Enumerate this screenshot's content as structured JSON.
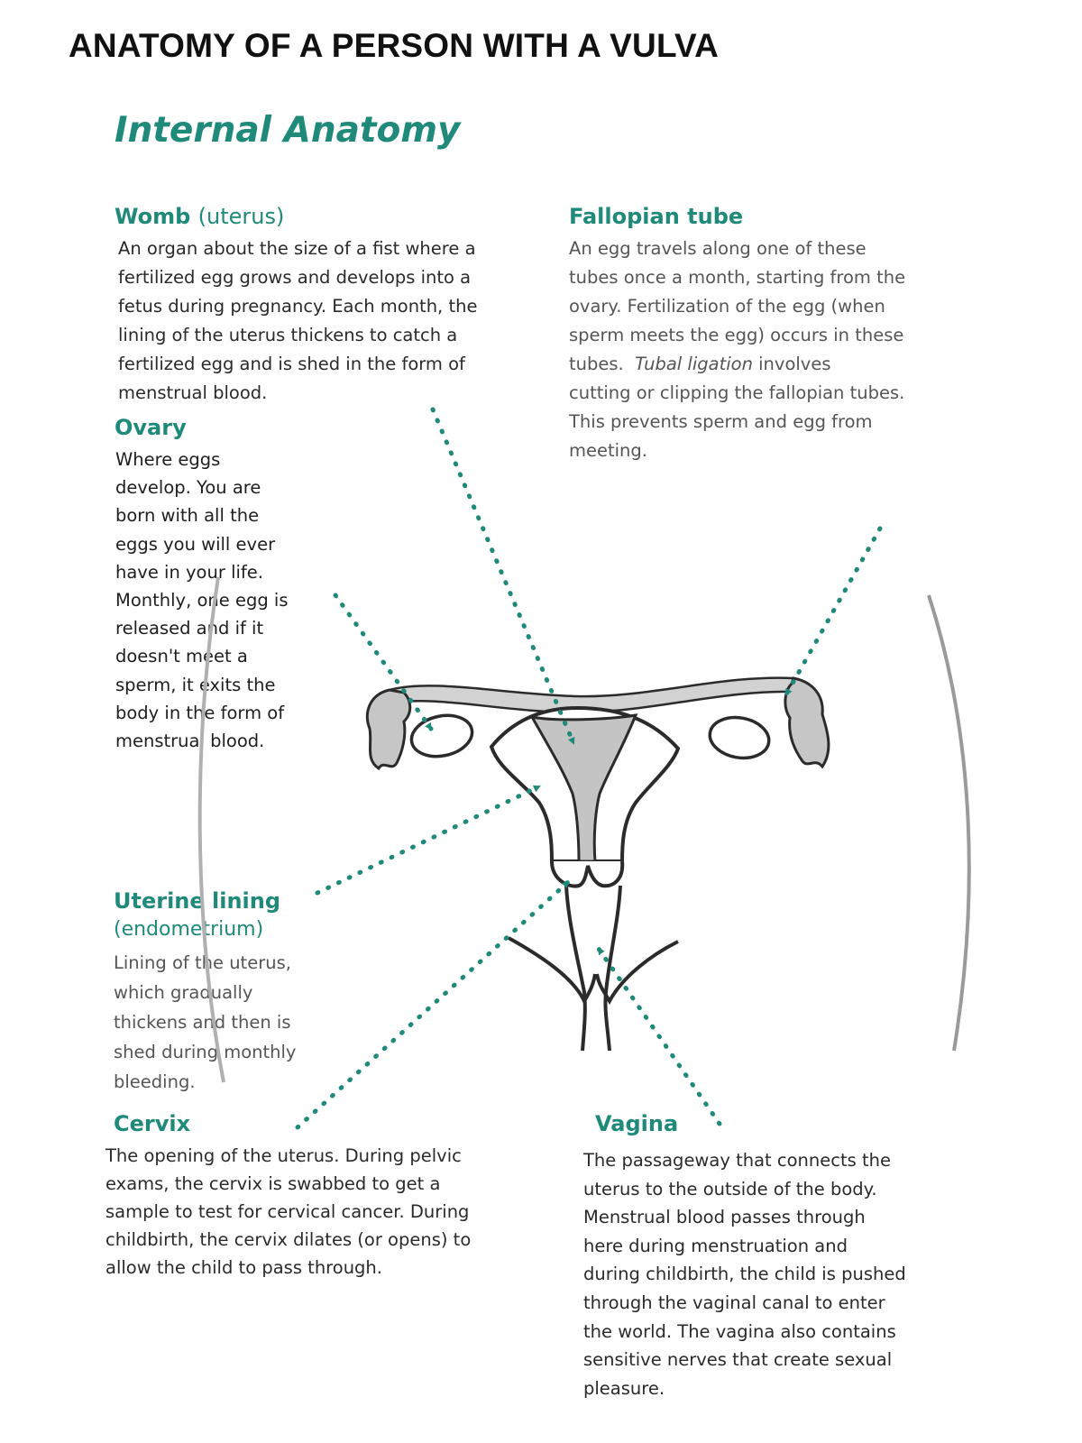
{
  "header": {
    "title": "ANATOMY OF A PERSON WITH A VULVA",
    "subtitle": "Internal Anatomy"
  },
  "parts": {
    "womb": {
      "label": "Womb",
      "label_paren": "(uterus)",
      "lines": [
        "An organ about the size of a fist where a",
        "fertilized egg grows and develops into a",
        "fetus during pregnancy. Each month, the",
        "lining of the uterus thickens to catch a",
        "fertilized egg and is shed in the form of",
        "menstrual blood."
      ]
    },
    "fallopian_tube": {
      "label": "Fallopian tube",
      "lines": [
        "An egg travels along one of these",
        "tubes once a month, starting from the",
        "ovary. Fertilization of the egg (when",
        "sperm meets the egg) occurs in these",
        "tubes."
      ],
      "italic_phrase": "Tubal ligation",
      "lines_after": [
        " involves",
        "cutting or clipping the fallopian tubes.",
        "This prevents sperm and egg from",
        "meeting."
      ]
    },
    "ovary": {
      "label": "Ovary",
      "lines": [
        "Where eggs",
        "develop. You are",
        "born with all the",
        "eggs you will ever",
        "have in your life.",
        "Monthly, one egg is",
        "released and if it",
        "doesn't meet a",
        "sperm, it exits the",
        "body in the form of",
        "menstrual blood."
      ]
    },
    "uterine_lining": {
      "label": "Uterine lining",
      "sublabel": "(endometrium)",
      "lines": [
        "Lining of the uterus,",
        "which gradually",
        "thickens and then is",
        "shed during monthly",
        "bleeding."
      ]
    },
    "cervix": {
      "label": "Cervix",
      "lines": [
        "The opening of the uterus. During pelvic",
        "exams, the cervix is swabbed to get a",
        "sample to test for cervical cancer. During",
        "childbirth, the cervix dilates (or opens) to",
        "allow the child to pass through."
      ]
    },
    "vagina": {
      "label": "Vagina",
      "lines": [
        "The passageway that connects the",
        "uterus to the outside of the body.",
        "Menstrual blood passes through",
        "here during menstruation and",
        "during childbirth, the child is pushed",
        "through the vaginal canal to enter",
        "the world. The vagina also contains",
        "sensitive nerves that create sexual",
        "pleasure."
      ]
    }
  },
  "colors": {
    "accent": "#1f8a7a",
    "pointer": "#1f8a7a",
    "organ_fill": "#c4c4c4",
    "outline": "#2b2b2b",
    "body_curve": "#9a9a9a"
  }
}
